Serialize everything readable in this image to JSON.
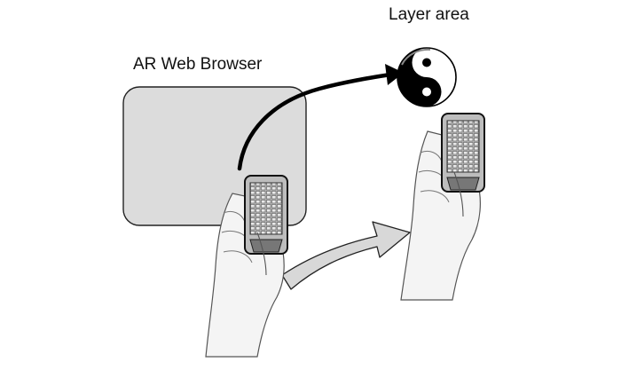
{
  "labels": {
    "layer_area": "Layer area",
    "ar_web_browser": "AR Web Browser"
  },
  "icons": {
    "layer_symbol": "yin-yang-icon",
    "device": "handheld-phone-icon",
    "hand": "hand-holding-device",
    "move_arrow": "curved-arrow-icon"
  },
  "colors": {
    "browser_panel_fill": "#dcdcdc",
    "browser_panel_stroke": "#222222",
    "arrow_black": "#000000",
    "arrow_outline_fill": "#d8d8d8",
    "sketch_stroke": "#555555"
  }
}
